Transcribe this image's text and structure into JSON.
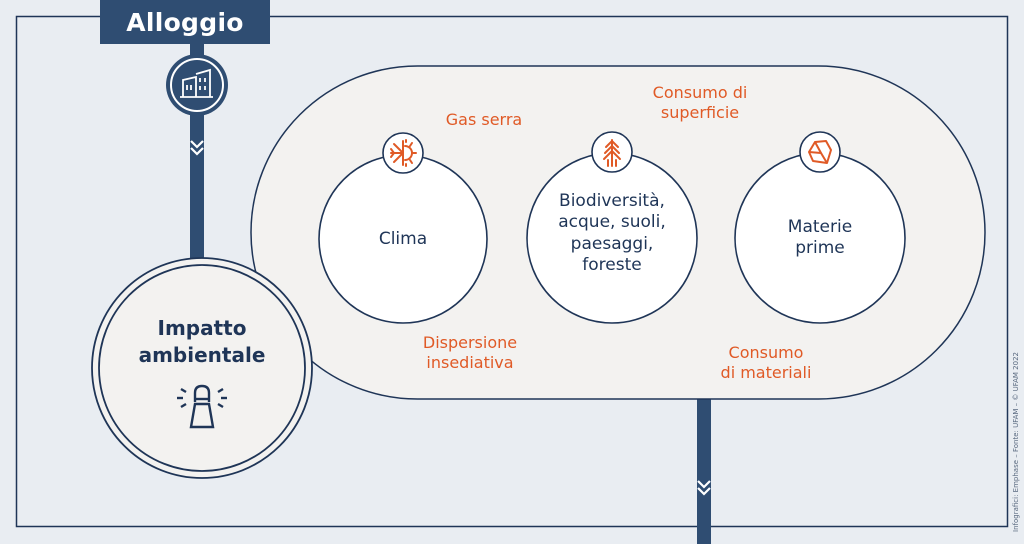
{
  "header": {
    "title": "Alloggio",
    "icon": "buildings-icon"
  },
  "center": {
    "label_line1": "Impatto",
    "label_line2": "ambientale",
    "icon": "alarm-beacon-icon"
  },
  "categories": [
    {
      "icon": "climate-snowflake-icon",
      "lines": [
        "Clima"
      ]
    },
    {
      "icon": "tree-icon",
      "lines": [
        "Biodiversità,",
        "acque, suoli,",
        "paesaggi,",
        "foreste"
      ]
    },
    {
      "icon": "raw-material-stone-icon",
      "lines": [
        "Materie",
        "prime"
      ]
    }
  ],
  "factors": {
    "gas_serra": "Gas serra",
    "consumo_superficie_1": "Consumo di",
    "consumo_superficie_2": "superficie",
    "dispersione_1": "Dispersione",
    "dispersione_2": "insediativa",
    "consumo_materiali_1": "Consumo",
    "consumo_materiali_2": "di materiali"
  },
  "credit": "Infografici: Emphase – Fonte: UFAM – © UFAM 2022",
  "colors": {
    "navy": "#2f4d72",
    "dark_navy": "#1f3557",
    "orange": "#e05a26",
    "background": "#e9edf2",
    "pill_fill": "#f3f2f0",
    "circle_fill": "#ffffff"
  }
}
